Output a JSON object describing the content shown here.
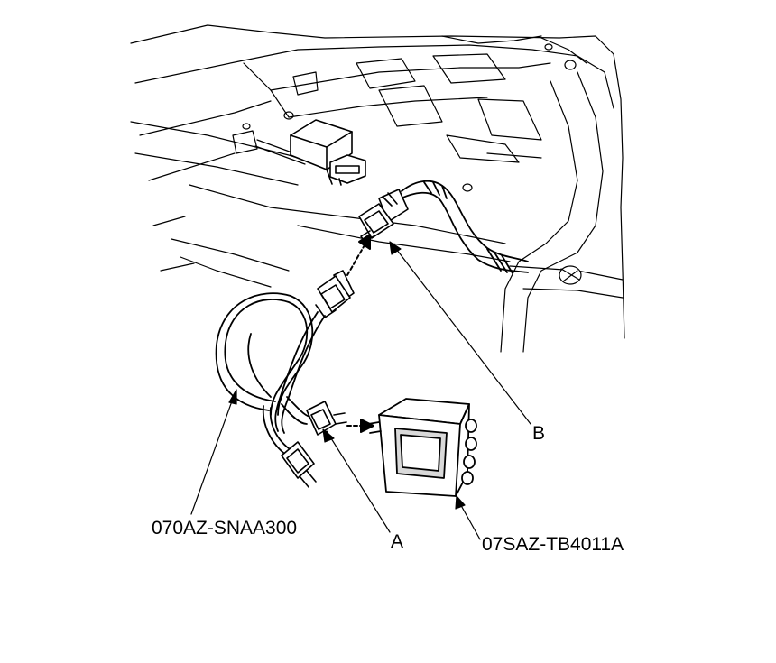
{
  "labels": {
    "cable_part": "070AZ-SNAA300",
    "connector_a": "A",
    "tester_part": "07SAZ-TB4011A",
    "connector_b": "B"
  },
  "colors": {
    "line": "#000000",
    "shade": "#d9d9d9",
    "background": "#ffffff"
  }
}
